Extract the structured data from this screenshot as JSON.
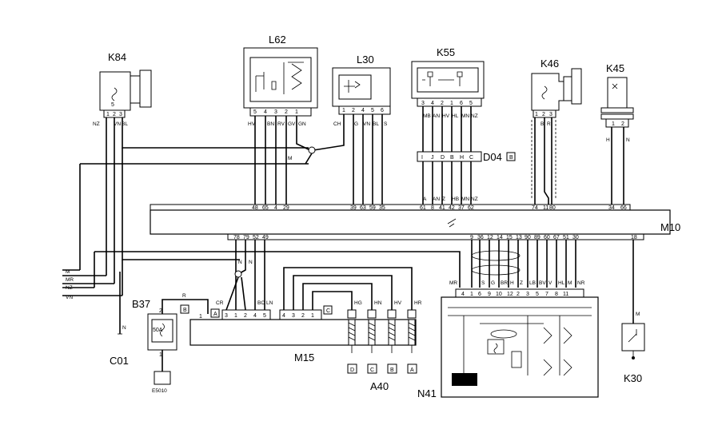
{
  "components": {
    "k84": "K84",
    "l62": "L62",
    "l30": "L30",
    "k55": "K55",
    "k46": "K46",
    "k45": "K45",
    "m10": "M10",
    "b37": "B37",
    "c01": "C01",
    "m15": "M15",
    "a40": "A40",
    "n41": "N41",
    "k30": "K30",
    "d04": "D04",
    "e5010": "E5010"
  },
  "k84": {
    "pins": [
      "1",
      "2",
      "3"
    ],
    "wires": [
      "NZ",
      "VN",
      "BL"
    ],
    "inner": "5"
  },
  "l62": {
    "pins": [
      "5",
      "4",
      "3",
      "2",
      "1"
    ],
    "wires": [
      "HV",
      "BN",
      "RV",
      "GV",
      "GN"
    ]
  },
  "l30": {
    "pins": [
      "1",
      "2",
      "4",
      "5",
      "6"
    ],
    "wires": [
      "CH",
      "G",
      "VN",
      "BL",
      "S"
    ]
  },
  "k55": {
    "pins": [
      "3",
      "4",
      "2",
      "1",
      "6",
      "5"
    ],
    "wires": [
      "MB",
      "AN",
      "HV",
      "HL",
      "MN",
      "NZ"
    ]
  },
  "k46": {
    "pins": [
      "1",
      "2",
      "3"
    ],
    "wires": [
      "B",
      "R"
    ]
  },
  "k45": {
    "pins": [
      "1",
      "2"
    ],
    "wires": [
      "H",
      "N"
    ]
  },
  "d04": {
    "pins": [
      "I",
      "J",
      "D",
      "B",
      "H",
      "C"
    ],
    "lower": [
      "A",
      "AN",
      "Z",
      "HB",
      "MN",
      "NZ"
    ],
    "tag": "B"
  },
  "m10": {
    "top_pins": [
      "48",
      "65",
      "4",
      "29",
      "39",
      "63",
      "59",
      "35",
      "61",
      "8",
      "41",
      "42",
      "37",
      "62",
      "74",
      "11",
      "80",
      "34",
      "66"
    ],
    "bottom_pins_left": [
      "78",
      "79",
      "52",
      "49"
    ],
    "bottom_pins_right": [
      "9",
      "36",
      "12",
      "14",
      "15",
      "13",
      "90",
      "89",
      "60",
      "67",
      "51",
      "30",
      "18"
    ]
  },
  "harness": {
    "labels": [
      "M",
      "MR",
      "NZ",
      "VN"
    ],
    "cross": "M"
  },
  "b37": {
    "fuse": "50A",
    "pins": [
      "2",
      "1"
    ],
    "wire": "R",
    "tag": "B",
    "pin": "1"
  },
  "c01": {
    "wire": "N"
  },
  "m15": {
    "pins_a": [
      "3",
      "1",
      "2",
      "4",
      "5"
    ],
    "wires_a": [
      "CR",
      "N",
      "N",
      "BC",
      "LN"
    ],
    "tag_a": "A",
    "pins_c": [
      "4",
      "3",
      "2",
      "1"
    ],
    "tag_c": "C"
  },
  "a40": {
    "wires": [
      "HG",
      "HN",
      "HV",
      "HR"
    ],
    "tags": [
      "D",
      "C",
      "B",
      "A"
    ]
  },
  "n41": {
    "pins": [
      "4",
      "1",
      "6",
      "9",
      "10",
      "12",
      "2",
      "3",
      "5",
      "7",
      "8",
      "11"
    ],
    "wires": [
      "MR",
      "S",
      "G",
      "BR",
      "H",
      "Z",
      "LB",
      "BV",
      "V",
      "HL",
      "M",
      "NR"
    ]
  },
  "k30": {
    "wire": "M"
  }
}
